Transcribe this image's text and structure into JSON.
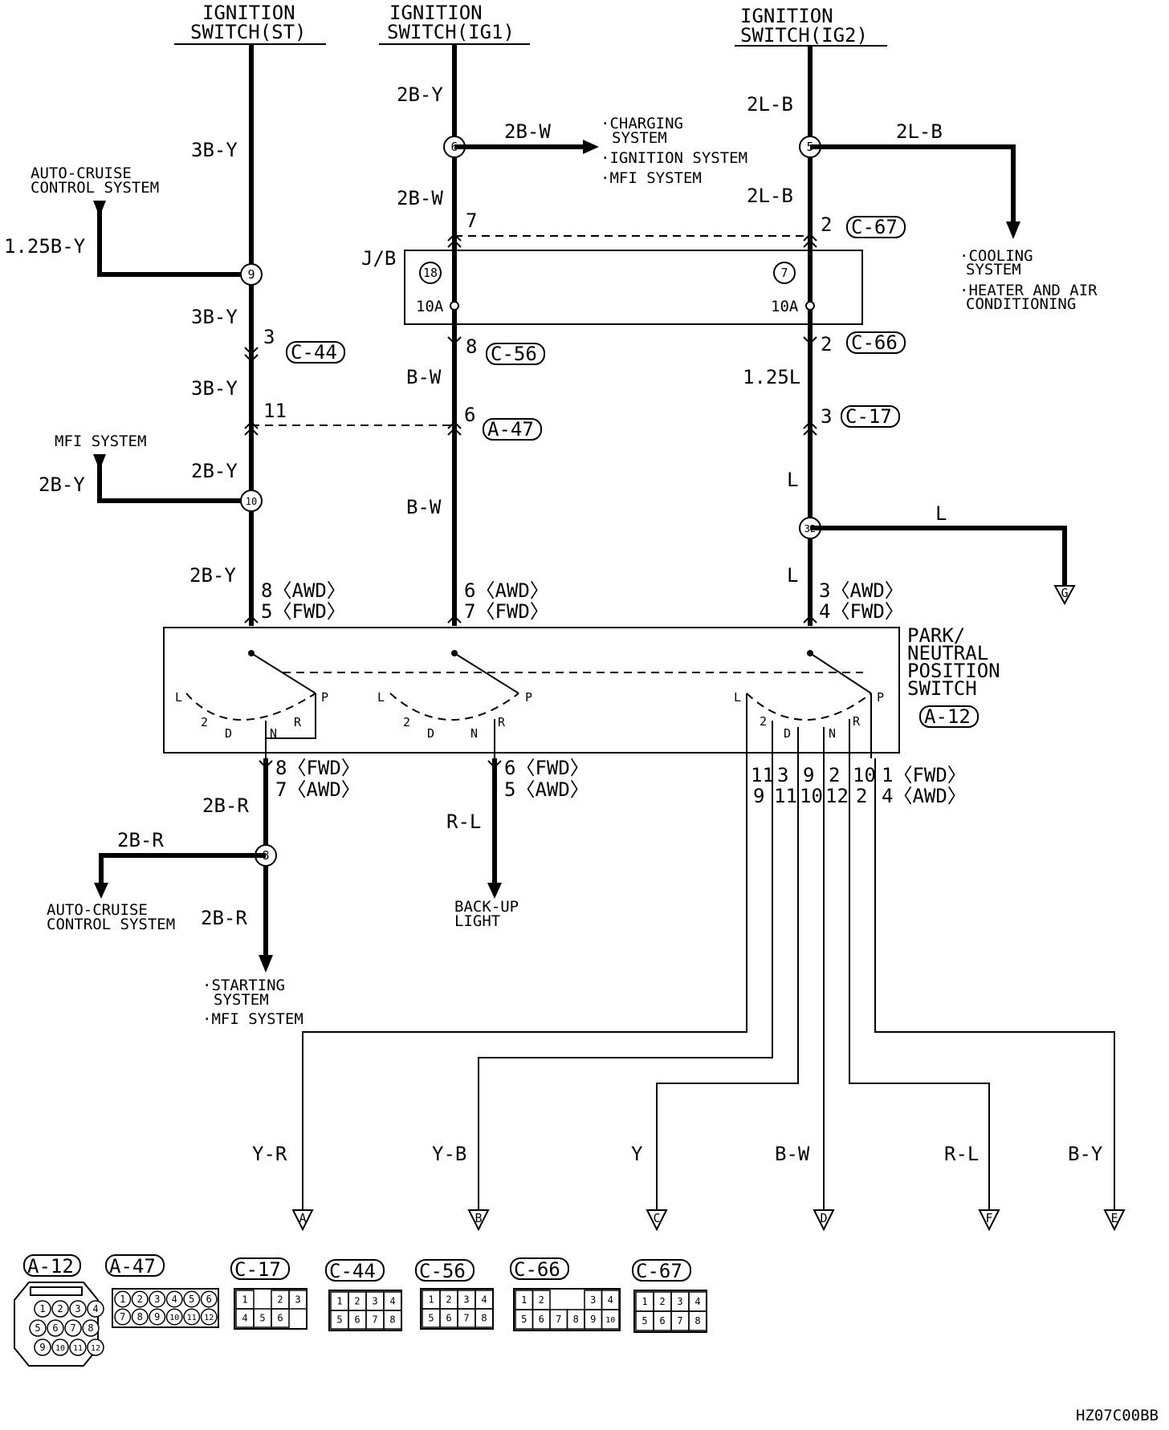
{
  "top_sources": {
    "st": [
      "IGNITION",
      "SWITCH(ST)"
    ],
    "ig1": [
      "IGNITION",
      "SWITCH(IG1)"
    ],
    "ig2": [
      "IGNITION",
      "SWITCH(IG2)"
    ]
  },
  "wire_labels": {
    "st_3b_y_top": "3B-Y",
    "st_125b_y": "1.25B-Y",
    "st_3b_y_mid": "3B-Y",
    "st_3b_y_low": "3B-Y",
    "st_2b_y_a": "2B-Y",
    "st_2b_y_b": "2B-Y",
    "mfi_2b_y": "2B-Y",
    "ig1_2b_y": "2B-Y",
    "ig1_2b_w_branch": "2B-W",
    "ig1_2b_w": "2B-W",
    "ig1_b_w_a": "B-W",
    "ig1_b_w_b": "B-W",
    "ig2_2l_b_top": "2L-B",
    "ig2_2l_b_branch": "2L-B",
    "ig2_2l_b_low": "2L-B",
    "ig2_125l": "1.25L",
    "ig2_l_a": "L",
    "ig2_l_branch": "L",
    "ig2_l_b": "L",
    "out_2b_r_a": "2B-R",
    "out_2b_r_b": "2B-R",
    "out_2b_r_c": "2B-R",
    "out_r_l": "R-L"
  },
  "systems": {
    "auto_cruise_top": [
      "AUTO-CRUISE",
      "CONTROL SYSTEM"
    ],
    "mfi_system": "MFI SYSTEM",
    "charging": [
      "·CHARGING",
      "SYSTEM",
      "·IGNITION SYSTEM",
      "·MFI SYSTEM"
    ],
    "cooling": [
      "·COOLING",
      "SYSTEM",
      "·HEATER AND AIR",
      "CONDITIONING"
    ],
    "auto_cruise_bottom": [
      "AUTO-CRUISE",
      "CONTROL SYSTEM"
    ],
    "starting": [
      "·STARTING",
      "SYSTEM",
      "·MFI SYSTEM"
    ],
    "backup": [
      "BACK-UP",
      "LIGHT"
    ]
  },
  "junctions": {
    "j9": "9",
    "j10": "10",
    "j6": "6",
    "j5": "5",
    "j32": "32",
    "j8": "8"
  },
  "jb": {
    "label": "J/B",
    "fuse18": "18",
    "fuse7": "7",
    "amp_a": "10A",
    "amp_b": "10A"
  },
  "pins": {
    "c44_pin": "3",
    "c47_pin_a": "11",
    "a47_pin": "6",
    "c56_pin": "8",
    "c67_pin": "2",
    "jb_pin7": "7",
    "c66_pin": "2",
    "c17_pin": "3",
    "sw_st_in": [
      "8〈AWD〉",
      "5〈FWD〉"
    ],
    "sw_ig1_in": [
      "6〈AWD〉",
      "7〈FWD〉"
    ],
    "sw_ig2_in": [
      "3〈AWD〉",
      "4〈FWD〉"
    ],
    "sw_st_out": [
      "8〈FWD〉",
      "7〈AWD〉"
    ],
    "sw_ig1_out": [
      "6〈FWD〉",
      "5〈AWD〉"
    ],
    "sw_ig2_out_fwd": [
      "11",
      "3",
      "9",
      "2",
      "10",
      "1〈FWD〉"
    ],
    "sw_ig2_out_awd": [
      "9",
      "11",
      "10",
      "12",
      "2",
      "4〈AWD〉"
    ]
  },
  "connectors": {
    "c44": "C-44",
    "a47": "A-47",
    "c56": "C-56",
    "c67": "C-67",
    "c66": "C-66",
    "c17": "C-17",
    "a12": "A-12"
  },
  "switch": {
    "title": [
      "PARK/",
      "NEUTRAL",
      "POSITION",
      "SWITCH"
    ],
    "positions": [
      "L",
      "2",
      "D",
      "N",
      "R",
      "P"
    ]
  },
  "outputs": [
    {
      "color": "Y-R",
      "terminal": "A"
    },
    {
      "color": "Y-B",
      "terminal": "B"
    },
    {
      "color": "Y",
      "terminal": "C"
    },
    {
      "color": "B-W",
      "terminal": "D"
    },
    {
      "color": "R-L",
      "terminal": "F"
    },
    {
      "color": "B-Y",
      "terminal": "E"
    }
  ],
  "ground_g": "G",
  "connector_views": [
    {
      "name": "A-12",
      "cells": [
        "1",
        "2",
        "3",
        "4",
        "5",
        "6",
        "7",
        "8",
        "9",
        "10",
        "11",
        "12"
      ]
    },
    {
      "name": "A-47",
      "cells": [
        "1",
        "2",
        "3",
        "4",
        "5",
        "6",
        "7",
        "8",
        "9",
        "10",
        "11",
        "12"
      ]
    },
    {
      "name": "C-17",
      "cells": [
        "1",
        "2",
        "3",
        "4",
        "5",
        "6"
      ]
    },
    {
      "name": "C-44",
      "cells": [
        "1",
        "2",
        "3",
        "4",
        "5",
        "6",
        "7",
        "8"
      ]
    },
    {
      "name": "C-56",
      "cells": [
        "1",
        "2",
        "3",
        "4",
        "5",
        "6",
        "7",
        "8"
      ]
    },
    {
      "name": "C-66",
      "cells": [
        "1",
        "2",
        "3",
        "4",
        "5",
        "6",
        "7",
        "8",
        "9",
        "10"
      ]
    },
    {
      "name": "C-67",
      "cells": [
        "1",
        "2",
        "3",
        "4",
        "5",
        "6",
        "7",
        "8"
      ]
    }
  ],
  "figure_code": "HZ07C00BB"
}
